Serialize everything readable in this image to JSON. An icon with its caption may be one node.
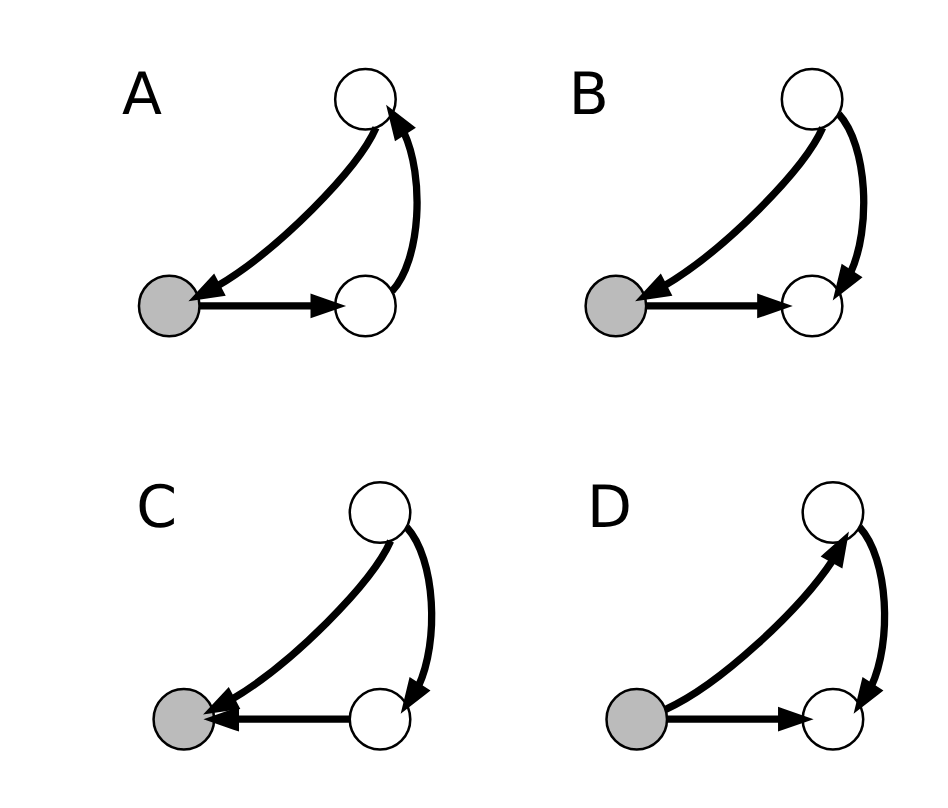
{
  "diagram": {
    "nodes": [
      {
        "text": [],
        "shape": "circle"
      },
      {
        "text": [],
        "shape": "circle"
      },
      {
        "text": [],
        "shape": "circle"
      },
      {
        "text": [],
        "shape": "circle"
      },
      {
        "text": [],
        "shape": "circle"
      },
      {
        "text": [],
        "shape": "circle"
      },
      {
        "text": [],
        "shape": "circle"
      },
      {
        "text": [],
        "shape": "circle"
      },
      {
        "text": [],
        "shape": "circle"
      },
      {
        "text": [],
        "shape": "circle"
      },
      {
        "text": [],
        "shape": "circle"
      },
      {
        "text": [],
        "shape": "circle"
      }
    ],
    "edges": [
      {
        "from": 0,
        "to": 1,
        "arrow": "to"
      },
      {
        "from": 1,
        "to": 2,
        "arrow": "to"
      },
      {
        "from": 2,
        "to": 0,
        "arrow": "to"
      },
      {
        "from": 3,
        "to": 4,
        "arrow": "to"
      },
      {
        "from": 3,
        "to": 5,
        "arrow": "to"
      },
      {
        "from": 4,
        "to": 5,
        "arrow": "to"
      },
      {
        "from": 6,
        "to": 7,
        "arrow": "to"
      },
      {
        "from": 6,
        "to": 8,
        "arrow": "to"
      },
      {
        "from": 8,
        "to": 7,
        "arrow": "to"
      },
      {
        "from": 10,
        "to": 9,
        "arrow": "to"
      },
      {
        "from": 9,
        "to": 11,
        "arrow": "to"
      },
      {
        "from": 10,
        "to": 11,
        "arrow": "to"
      }
    ],
    "labels": [
      "A",
      "B",
      "C",
      "D"
    ]
  }
}
